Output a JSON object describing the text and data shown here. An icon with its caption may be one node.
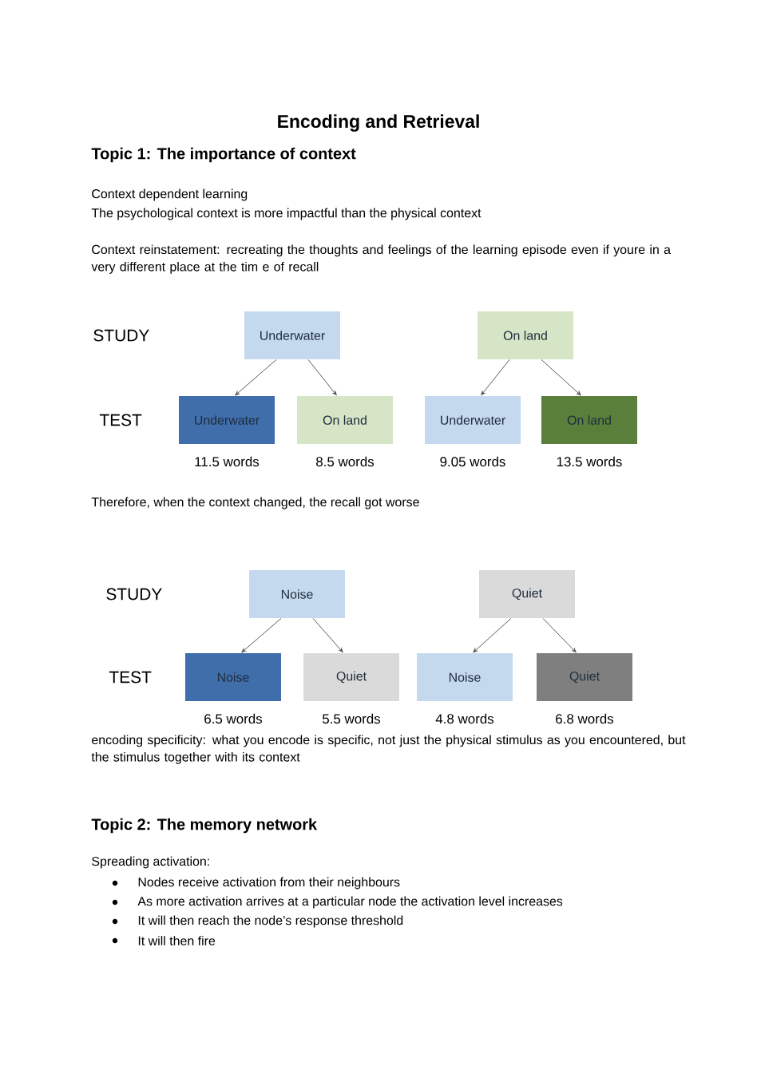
{
  "diagram": {
    "title": "Encoding and Retrieval",
    "nodes": [
      {
        "text": [
          "Underwater"
        ]
      },
      {
        "text": [
          "On land"
        ]
      },
      {
        "text": [
          "Underwater"
        ],
        "beside": [
          "11.5 words"
        ]
      },
      {
        "text": [
          "On land"
        ],
        "beside": [
          "8.5 words"
        ]
      },
      {
        "text": [
          "Underwater"
        ],
        "beside": [
          "9.05 words"
        ]
      },
      {
        "text": [
          "On land"
        ],
        "beside": [
          "13.5 words"
        ]
      },
      {
        "text": [
          "Noise"
        ]
      },
      {
        "text": [
          "Quiet"
        ]
      },
      {
        "text": [
          "Noise"
        ],
        "beside": [
          "6.5 words"
        ]
      },
      {
        "text": [
          "Quiet"
        ],
        "beside": [
          "5.5 words"
        ]
      },
      {
        "text": [
          "Noise"
        ],
        "beside": [
          "4.8 words"
        ]
      },
      {
        "text": [
          "Quiet"
        ],
        "beside": [
          "6.8 words"
        ]
      }
    ],
    "edges": [
      {
        "from": 0,
        "to": 2,
        "arrow": "to"
      },
      {
        "from": 0,
        "to": 3,
        "arrow": "to"
      },
      {
        "from": 1,
        "to": 4,
        "arrow": "to"
      },
      {
        "from": 1,
        "to": 5,
        "arrow": "to"
      },
      {
        "from": 6,
        "to": 8,
        "arrow": "to"
      },
      {
        "from": 6,
        "to": 9,
        "arrow": "to"
      },
      {
        "from": 7,
        "to": 10,
        "arrow": "to"
      },
      {
        "from": 7,
        "to": 11,
        "arrow": "to"
      }
    ],
    "labels": [
      "Topic 1: The importance of context",
      "Context dependent learning",
      "The psychological context is more impactful than the physical context",
      "Context reinstatement: recreating the thoughts and feelings of the learning episode even if youre in a very different place at the tim e of recall",
      "STUDY",
      "TEST",
      "Therefore, when the context changed, the recall got worse",
      "STUDY",
      "TEST",
      "encoding specificity:  what you encode is specific, not just the physical stimulus as you encountered, but the stimulus together with its context",
      "Topic 2: The memory network",
      "Spreading activation:",
      "Nodes receive activation from their neighbours",
      "As more activation arrives at a particular node the activation level increases",
      "It will then reach the node’s response threshold",
      "It will then fire"
    ]
  }
}
